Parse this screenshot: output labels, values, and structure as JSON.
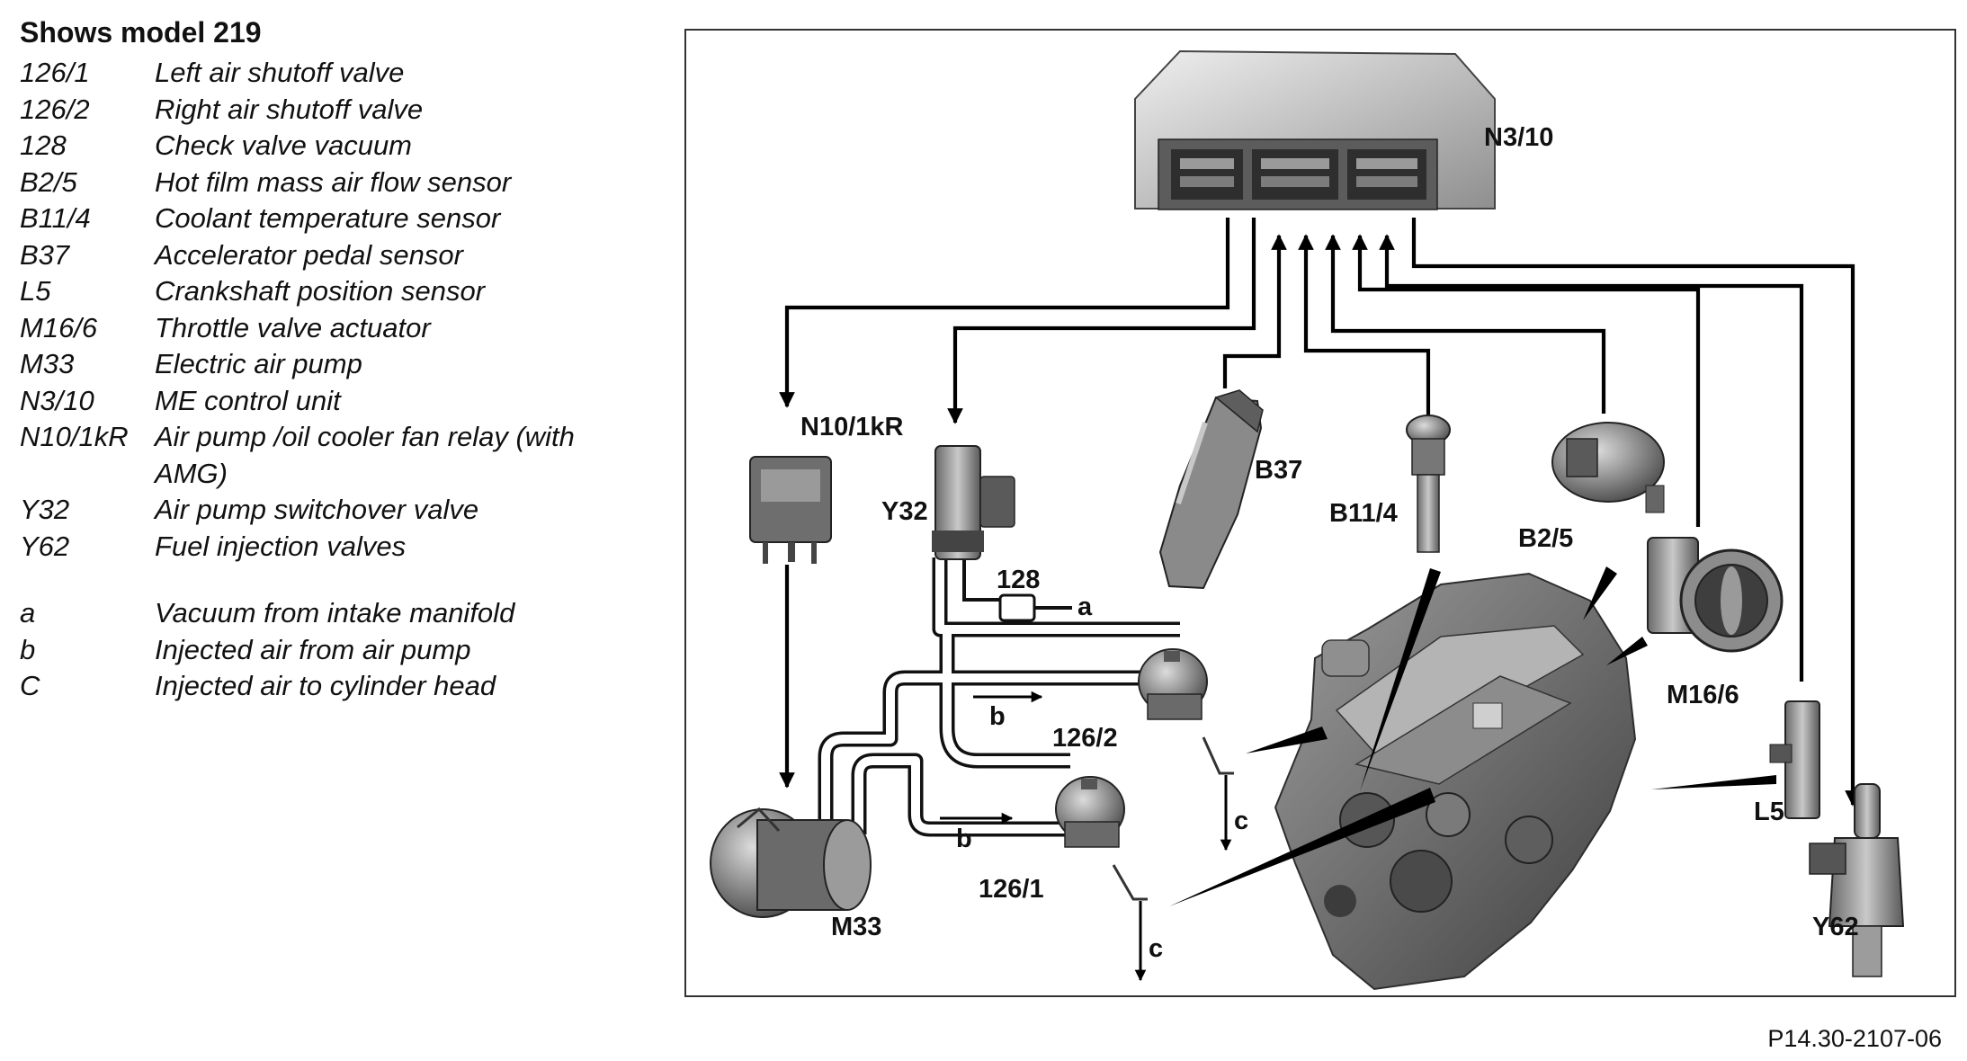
{
  "legend": {
    "title": "Shows model 219",
    "items": [
      {
        "code": "126/1",
        "desc": "Left air shutoff valve"
      },
      {
        "code": "126/2",
        "desc": "Right air shutoff valve"
      },
      {
        "code": "128",
        "desc": "Check valve vacuum"
      },
      {
        "code": "B2/5",
        "desc": "Hot film mass air flow sensor"
      },
      {
        "code": "B11/4",
        "desc": "Coolant temperature sensor"
      },
      {
        "code": "B37",
        "desc": "Accelerator pedal sensor"
      },
      {
        "code": "L5",
        "desc": "Crankshaft position sensor"
      },
      {
        "code": "M16/6",
        "desc": "Throttle valve actuator"
      },
      {
        "code": "M33",
        "desc": "Electric air pump"
      },
      {
        "code": "N3/10",
        "desc": "ME control unit"
      },
      {
        "code": "N10/1kR",
        "desc": "Air pump /oil cooler fan relay (with AMG)"
      },
      {
        "code": "Y32",
        "desc": "Air pump switchover valve"
      },
      {
        "code": "Y62",
        "desc": "Fuel injection valves"
      }
    ],
    "flow_items": [
      {
        "code": "a",
        "desc": "Vacuum from intake manifold"
      },
      {
        "code": "b",
        "desc": "Injected air from air pump"
      },
      {
        "code": "C",
        "desc": "Injected air to cylinder head"
      }
    ]
  },
  "labels": {
    "n3_10": "N3/10",
    "n10_1kr": "N10/1kR",
    "y32": "Y32",
    "b37": "B37",
    "b11_4": "B11/4",
    "b2_5": "B2/5",
    "m16_6": "M16/6",
    "l5": "L5",
    "y62": "Y62",
    "m33": "M33",
    "v126_1": "126/1",
    "v126_2": "126/2",
    "v128": "128",
    "a": "a",
    "b": "b",
    "c": "c"
  },
  "figure_id": "P14.30-2107-06"
}
